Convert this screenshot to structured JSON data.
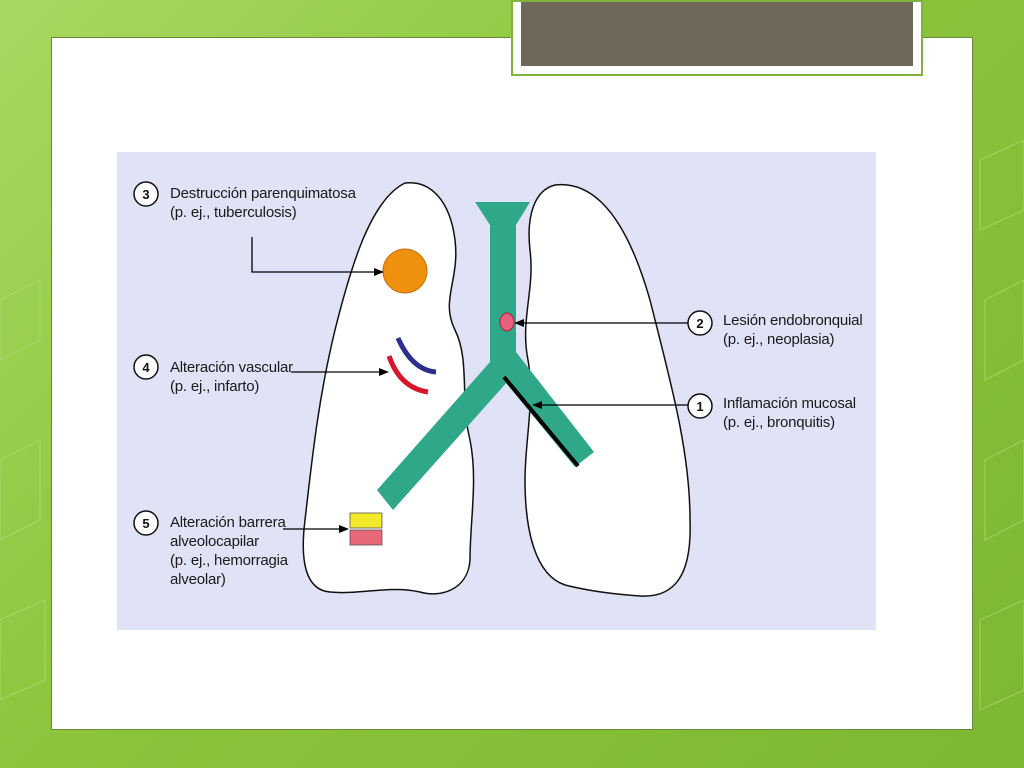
{
  "colors": {
    "background": "#8cc43c",
    "panel": "#dfe3f5",
    "airway": "#2fa88a",
    "lesion_circle": "#f0900f",
    "endobronchial_dot": "#e8607a",
    "vascular_red": "#d8162a",
    "vascular_blue": "#2a2e8c",
    "barrier_yellow": "#f4e82a",
    "barrier_pink": "#e8687a",
    "title_bar": "#6f6757"
  },
  "labels": {
    "l1": {
      "number": "1",
      "line1": "Inflamación mucosal",
      "line2": "(p. ej., bronquitis)"
    },
    "l2": {
      "number": "2",
      "line1": "Lesión endobronquial",
      "line2": "(p. ej., neoplasia)"
    },
    "l3": {
      "number": "3",
      "line1": "Destrucción parenquimatosa",
      "line2": "(p. ej., tuberculosis)"
    },
    "l4": {
      "number": "4",
      "line1": "Alteración vascular",
      "line2": "(p. ej., infarto)"
    },
    "l5": {
      "number": "5",
      "line1": "Alteración barrera",
      "line2": "alveolocapilar",
      "line3": "(p. ej., hemorragia",
      "line4": "alveolar)"
    }
  }
}
